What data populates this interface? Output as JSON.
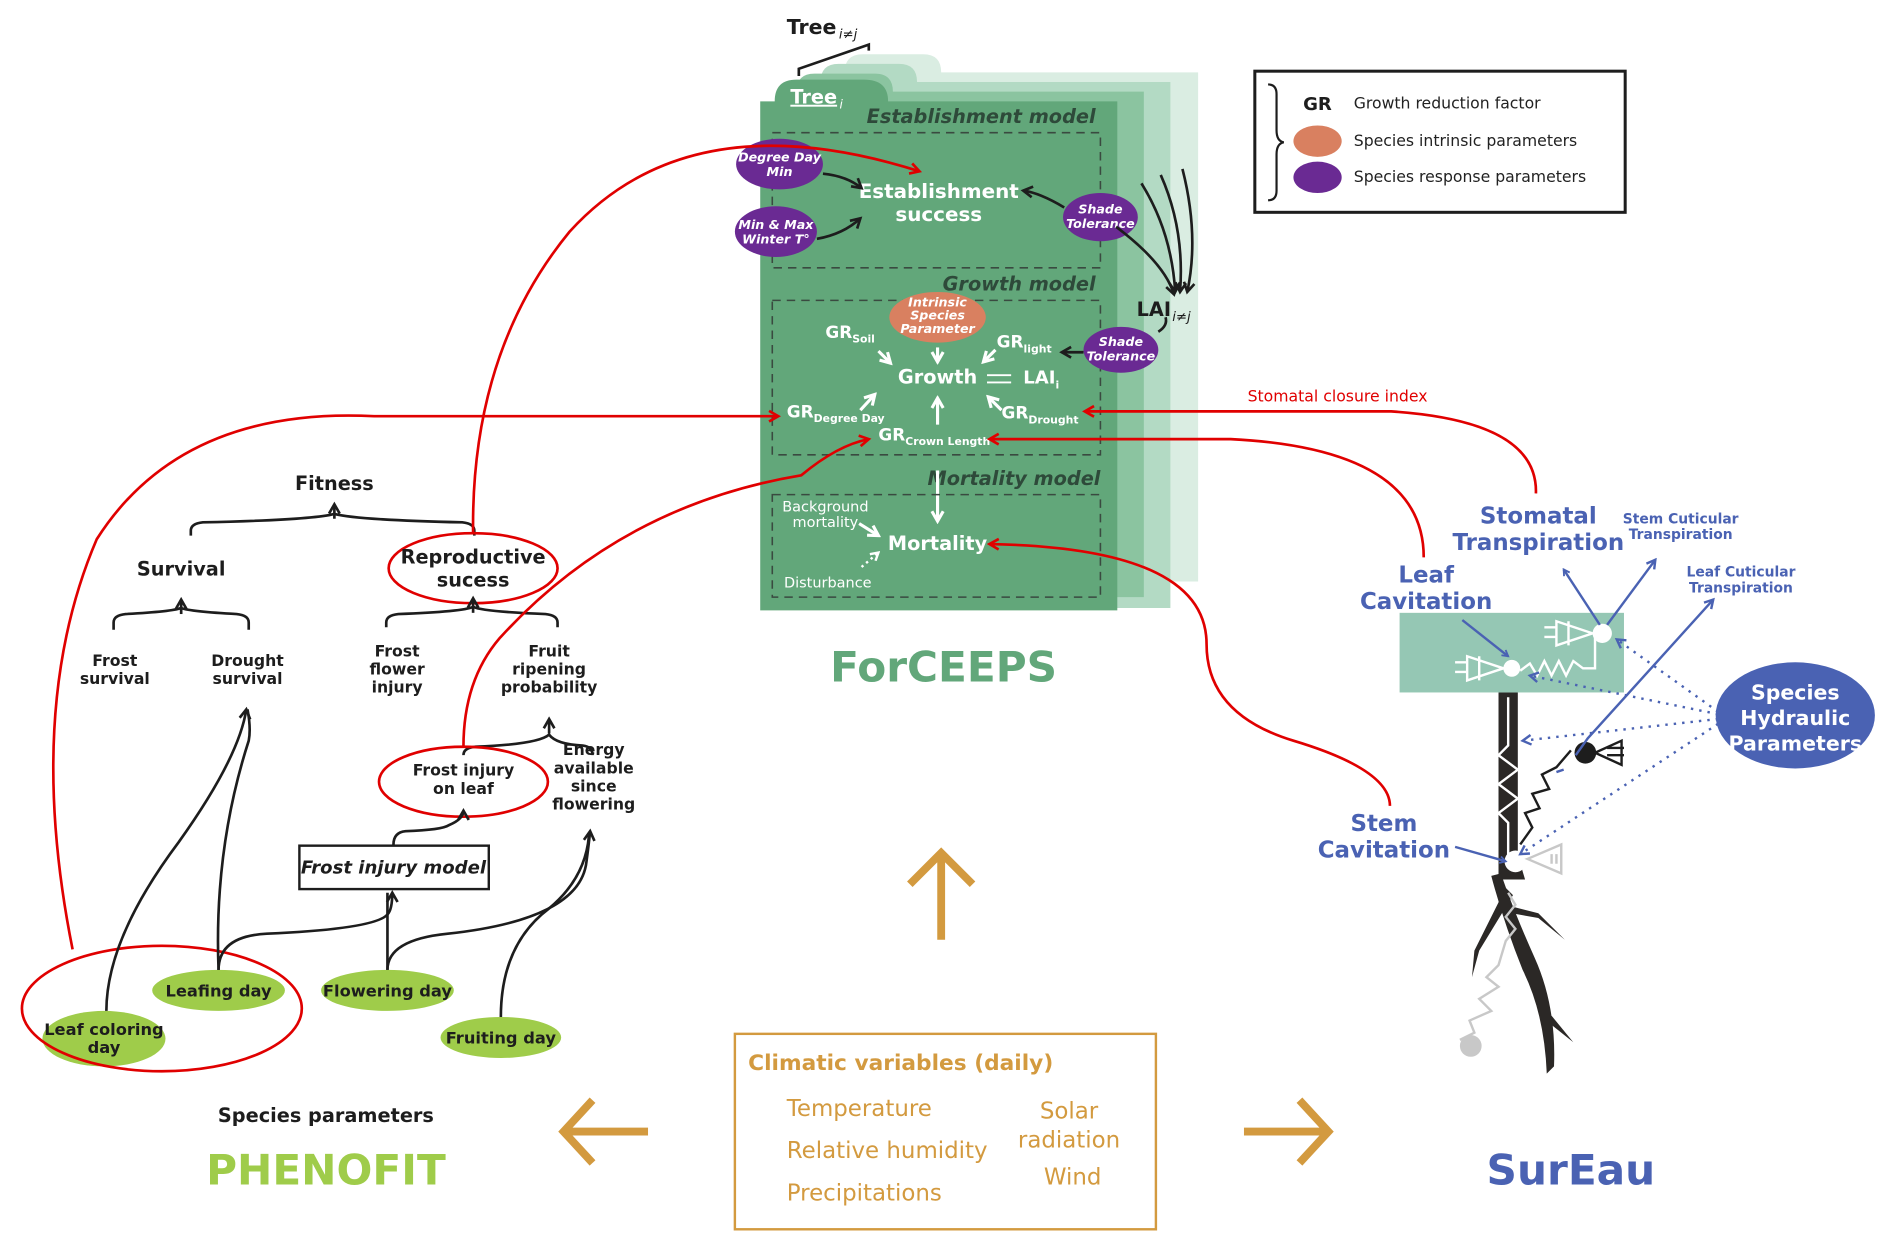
{
  "colors": {
    "forceeps_main": "#62a77a",
    "forceeps_layer1": "#8bc4a0",
    "forceeps_layer2": "#b3dac4",
    "forceeps_layer3": "#daede2",
    "phenofit_green": "#9fcc4a",
    "sureau_blue": "#4a62b3",
    "climate_orange": "#d39a3f",
    "link_red": "#e00000",
    "intrinsic_orange": "#d98060",
    "response_purple": "#6a2a93"
  },
  "legend": {
    "gr_symbol": "GR",
    "gr_label": "Growth reduction factor",
    "intrinsic_label": "Species intrinsic parameters",
    "response_label": "Species response parameters"
  },
  "forceeps": {
    "title": "ForCEEPS",
    "tree_other": "Tree",
    "tree_other_sub": "i≠j",
    "tree_i": "Tree",
    "tree_i_sub": "i",
    "establishment": {
      "section_title": "Establishment model",
      "node": [
        "Establishment",
        "success"
      ],
      "param_degree_day": [
        "Degree Day",
        "Min"
      ],
      "param_winter_t": [
        "Min & Max",
        "Winter T°"
      ],
      "param_shade": [
        "Shade",
        "Tolerance"
      ]
    },
    "lai_other": "LAI",
    "lai_other_sub": "i≠j",
    "growth": {
      "section_title": "Growth model",
      "intrinsic_param": [
        "Intrinsic",
        "Species",
        "Parameter"
      ],
      "node": "Growth",
      "lai_i": "LAI",
      "lai_i_sub": "i",
      "gr_soil": "Soil",
      "gr_light": "light",
      "gr_degree_day": "Degree Day",
      "gr_drought": "Drought",
      "gr_crown": "Crown Length",
      "gr_prefix": "GR",
      "param_shade": [
        "Shade",
        "Tolerance"
      ]
    },
    "mortality": {
      "section_title": "Mortality model",
      "node": "Mortality",
      "background": [
        "Background",
        "mortality"
      ],
      "disturbance": "Disturbance"
    }
  },
  "links": {
    "stomatal_closure_index": "Stomatal closure index"
  },
  "phenofit": {
    "title": "PHENOFIT",
    "subtitle": "Species parameters",
    "fitness": "Fitness",
    "survival": "Survival",
    "reproductive": [
      "Reproductive",
      "sucess"
    ],
    "frost_survival": [
      "Frost",
      "survival"
    ],
    "drought_survival": [
      "Drought",
      "survival"
    ],
    "frost_flower": [
      "Frost",
      "flower",
      "injury"
    ],
    "fruit_ripening": [
      "Fruit",
      "ripening",
      "probability"
    ],
    "frost_leaf": [
      "Frost injury",
      "on leaf"
    ],
    "energy": [
      "Energy",
      "available",
      "since",
      "flowering"
    ],
    "frost_model": "Frost injury model",
    "leaf_coloring": [
      "Leaf coloring",
      "day"
    ],
    "leafing": "Leafing day",
    "flowering": "Flowering day",
    "fruiting": "Fruiting day"
  },
  "climate": {
    "title": "Climatic variables (daily)",
    "vars_left": [
      "Temperature",
      "Relative humidity",
      "Precipitations"
    ],
    "vars_right": [
      "Solar",
      "radiation",
      "Wind"
    ]
  },
  "sureau": {
    "title": "SurEau",
    "stomatal": [
      "Stomatal",
      "Transpiration"
    ],
    "stem_cuticular": [
      "Stem Cuticular",
      "Transpiration"
    ],
    "leaf_cuticular": [
      "Leaf Cuticular",
      "Transpiration"
    ],
    "leaf_cavitation": [
      "Leaf",
      "Cavitation"
    ],
    "stem_cavitation": [
      "Stem",
      "Cavitation"
    ],
    "hydraulic_params": [
      "Species",
      "Hydraulic",
      "Parameters"
    ]
  }
}
